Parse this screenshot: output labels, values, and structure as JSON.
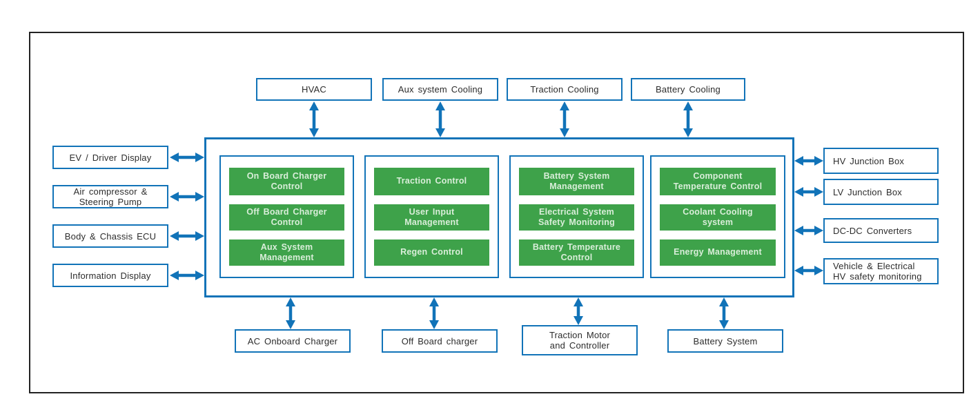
{
  "colors": {
    "blue": "#1173b8",
    "green": "#3ea24a",
    "green_text": "#d9eed9",
    "label_text": "#2c2c2c",
    "frame": "#222222",
    "background": "#ffffff"
  },
  "peripherals": {
    "top": [
      {
        "id": "hvac",
        "label": "HVAC"
      },
      {
        "id": "aux-system-cooling",
        "label": "Aux system Cooling"
      },
      {
        "id": "traction-cooling",
        "label": "Traction Cooling"
      },
      {
        "id": "battery-cooling",
        "label": "Battery Cooling"
      }
    ],
    "left": [
      {
        "id": "ev-driver-display",
        "label": "EV / Driver Display"
      },
      {
        "id": "air-compressor-steering-pump",
        "label": "Air compressor &\nSteering Pump"
      },
      {
        "id": "body-chassis-ecu",
        "label": "Body & Chassis ECU"
      },
      {
        "id": "information-display",
        "label": "Information Display"
      }
    ],
    "right": [
      {
        "id": "hv-junction-box",
        "label": "HV Junction Box"
      },
      {
        "id": "lv-junction-box",
        "label": "LV Junction Box"
      },
      {
        "id": "dc-dc-converters",
        "label": "DC-DC Converters"
      },
      {
        "id": "vehicle-electrical-hv-safety-monitoring",
        "label": "Vehicle & Electrical\nHV safety monitoring"
      }
    ],
    "bottom": [
      {
        "id": "ac-onboard-charger",
        "label": "AC Onboard Charger"
      },
      {
        "id": "off-board-charger",
        "label": "Off Board charger"
      },
      {
        "id": "traction-motor-and-controller",
        "label": "Traction Motor\nand Controller"
      },
      {
        "id": "battery-system",
        "label": "Battery System"
      }
    ]
  },
  "central_controller": {
    "groups": [
      {
        "id": "charging-control-group",
        "items": [
          "On Board Charger\nControl",
          "Off Board Charger\nControl",
          "Aux System\nManagement"
        ]
      },
      {
        "id": "traction-control-group",
        "items": [
          "Traction Control",
          "User Input\nManagement",
          "Regen Control"
        ]
      },
      {
        "id": "battery-management-group",
        "items": [
          "Battery System\nManagement",
          "Electrical System\nSafety Monitoring",
          "Battery Temperature\nControl"
        ]
      },
      {
        "id": "thermal-energy-group",
        "items": [
          "Component\nTemperature Control",
          "Coolant Cooling\nsystem",
          "Energy Management"
        ]
      }
    ]
  }
}
